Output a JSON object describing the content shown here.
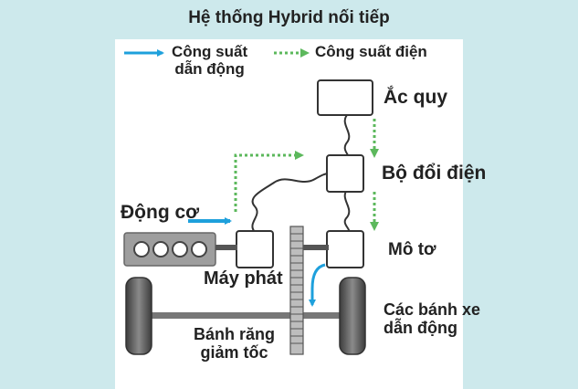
{
  "title": "Hệ thống Hybrid nối tiếp",
  "legend": {
    "drive_power_line1": "Công suất",
    "drive_power_line2": "dẫn động",
    "electric_power": "Công suất điện"
  },
  "labels": {
    "battery": "Ắc quy",
    "inverter": "Bộ đổi điện",
    "engine": "Động cơ",
    "motor": "Mô tơ",
    "generator": "Máy phát",
    "wheels_line1": "Các bánh xe",
    "wheels_line2": "dẫn động",
    "gear_line1": "Bánh răng",
    "gear_line2": "giảm tốc"
  },
  "colors": {
    "background": "#cde9ec",
    "drive_arrow": "#1ea0dc",
    "electric_arrow": "#5cb85c",
    "box": "#ffffff",
    "engine_block": "#9e9e9e",
    "tire": "#555555"
  }
}
